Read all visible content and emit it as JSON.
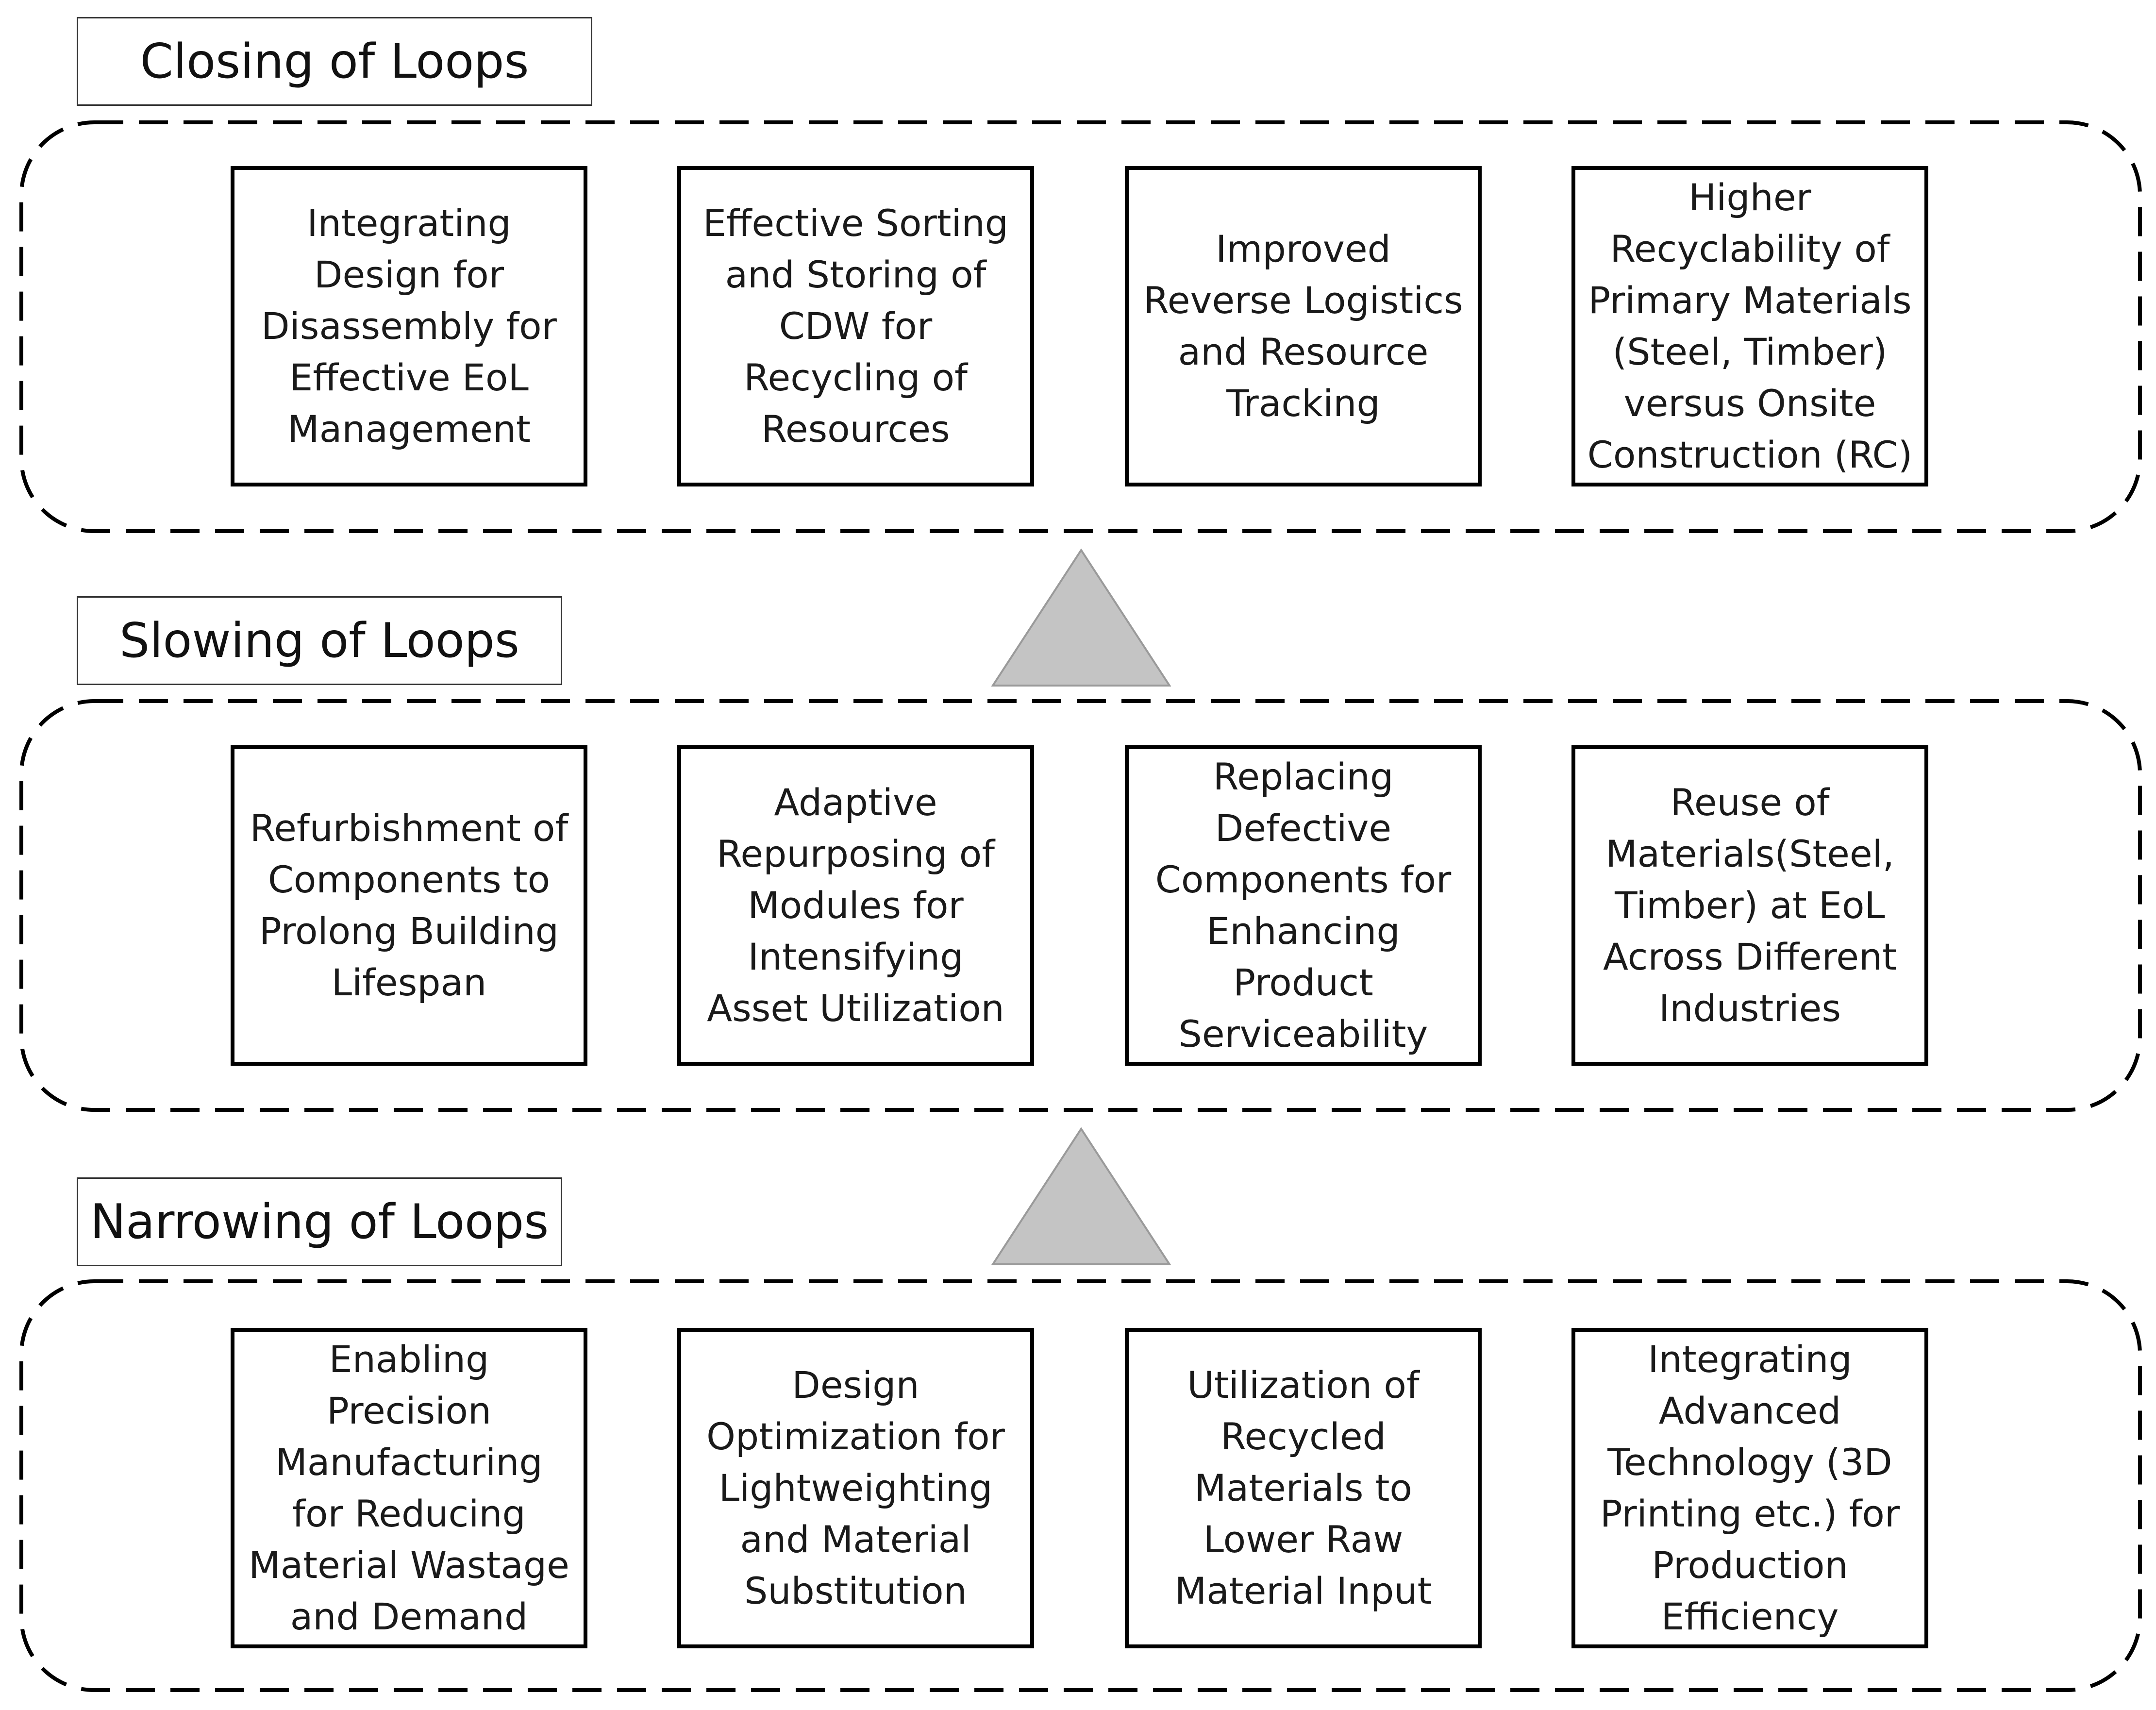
{
  "colors": {
    "background": "#ffffff",
    "frame_stroke": "#000000",
    "box_stroke": "#000000",
    "arrow_fill": "#c4c4c4",
    "arrow_stroke": "#9a9a9a",
    "text": "#1a1a1a"
  },
  "sections": [
    {
      "title": "Closing of Loops",
      "items": [
        "Integrating Design for Disassembly for Effective EoL Management",
        "Effective Sorting and Storing of CDW for Recycling of Resources",
        "Improved Reverse Logistics and Resource Tracking",
        "Higher Recyclability of Primary Materials (Steel, Timber) versus Onsite Construction (RC)"
      ]
    },
    {
      "title": "Slowing of Loops",
      "items": [
        "Refurbishment of Components to Prolong Building Lifespan",
        "Adaptive Repurposing of Modules for Intensifying Asset Utilization",
        "Replacing Defective Components for Enhancing Product Serviceability",
        "Reuse of Materials(Steel, Timber) at EoL Across Different Industries"
      ]
    },
    {
      "title": "Narrowing of Loops",
      "items": [
        "Enabling Precision Manufacturing for Reducing Material Wastage and Demand",
        "Design Optimization for Lightweighting and Material Substitution",
        "Utilization of Recycled Materials to Lower Raw Material Input",
        "Integrating Advanced Technology (3D Printing etc.) for Production Efficiency"
      ]
    }
  ],
  "arrows": [
    "triangle-up-icon",
    "triangle-up-icon"
  ]
}
